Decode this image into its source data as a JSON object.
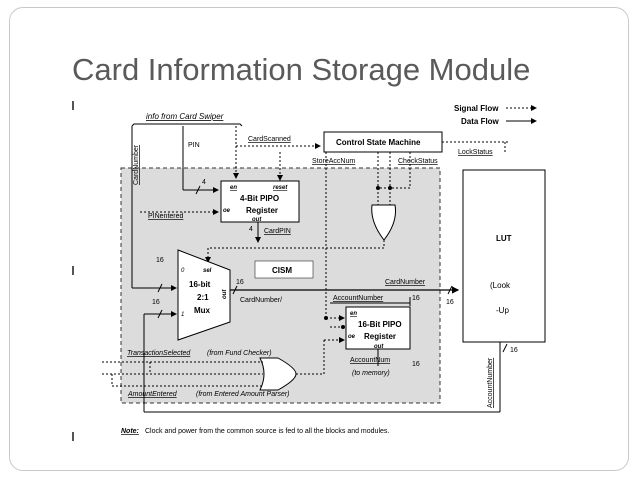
{
  "title": "Card Information Storage Module",
  "legend": {
    "signal_flow": "Signal Flow",
    "data_flow": "Data Flow"
  },
  "labels": {
    "info": "info from Card Swiper",
    "pin": "PIN",
    "card_scanned": "CardScanned",
    "card_number_vertical": "CardNumber",
    "control_state_machine": "Control State Machine",
    "lock_status": "LockStatus",
    "store_acc_num": "StoreAccNum",
    "check_status": "CheckStatus",
    "reg4_line1": "4-Bit PIPO",
    "reg4_line2": "Register",
    "reg4_en": "en",
    "reg4_reset": "reset",
    "reg4_oe": "oe",
    "reg4_out": "out",
    "bus4_in": "4",
    "bus4_out": "4",
    "card_pin": "CardPIN",
    "pin_entered": "PINentered",
    "lut": "LUT",
    "lut_look": "(Look",
    "lut_up": "-Up",
    "cism": "CISM",
    "mux_line1": "16-bit",
    "mux_line2": "2:1",
    "mux_line3": "Mux",
    "mux_sel": "sel",
    "mux_zero": "0",
    "mux_one": "1",
    "mux_out": "out",
    "bus16_a": "16",
    "bus16_b": "16",
    "bus16_c": "16",
    "card_number_lut": "CardNumber",
    "card_number_slash": "CardNumber/",
    "account_number": "AccountNumber",
    "bus16_d": "16",
    "bus16_e": "16",
    "reg16_line1": "16-Bit PIPO",
    "reg16_line2": "Register",
    "reg16_en": "en",
    "reg16_oe": "oe",
    "reg16_out": "out",
    "account_num": "AccountNum",
    "bus16_f": "16",
    "to_memory": "(to memory)",
    "account_number_vertical": "AccountNumber",
    "bus16_g": "16",
    "transaction_selected": "TransactionSelected",
    "from_fund_checker": "(from Fund Checker)",
    "amount_entered": "AmountEntered",
    "from_amount_parser": "(from Entered Amount Parser)",
    "note_label": "Note:",
    "note_text": "Clock and power from the common source is fed to all the blocks and modules."
  }
}
